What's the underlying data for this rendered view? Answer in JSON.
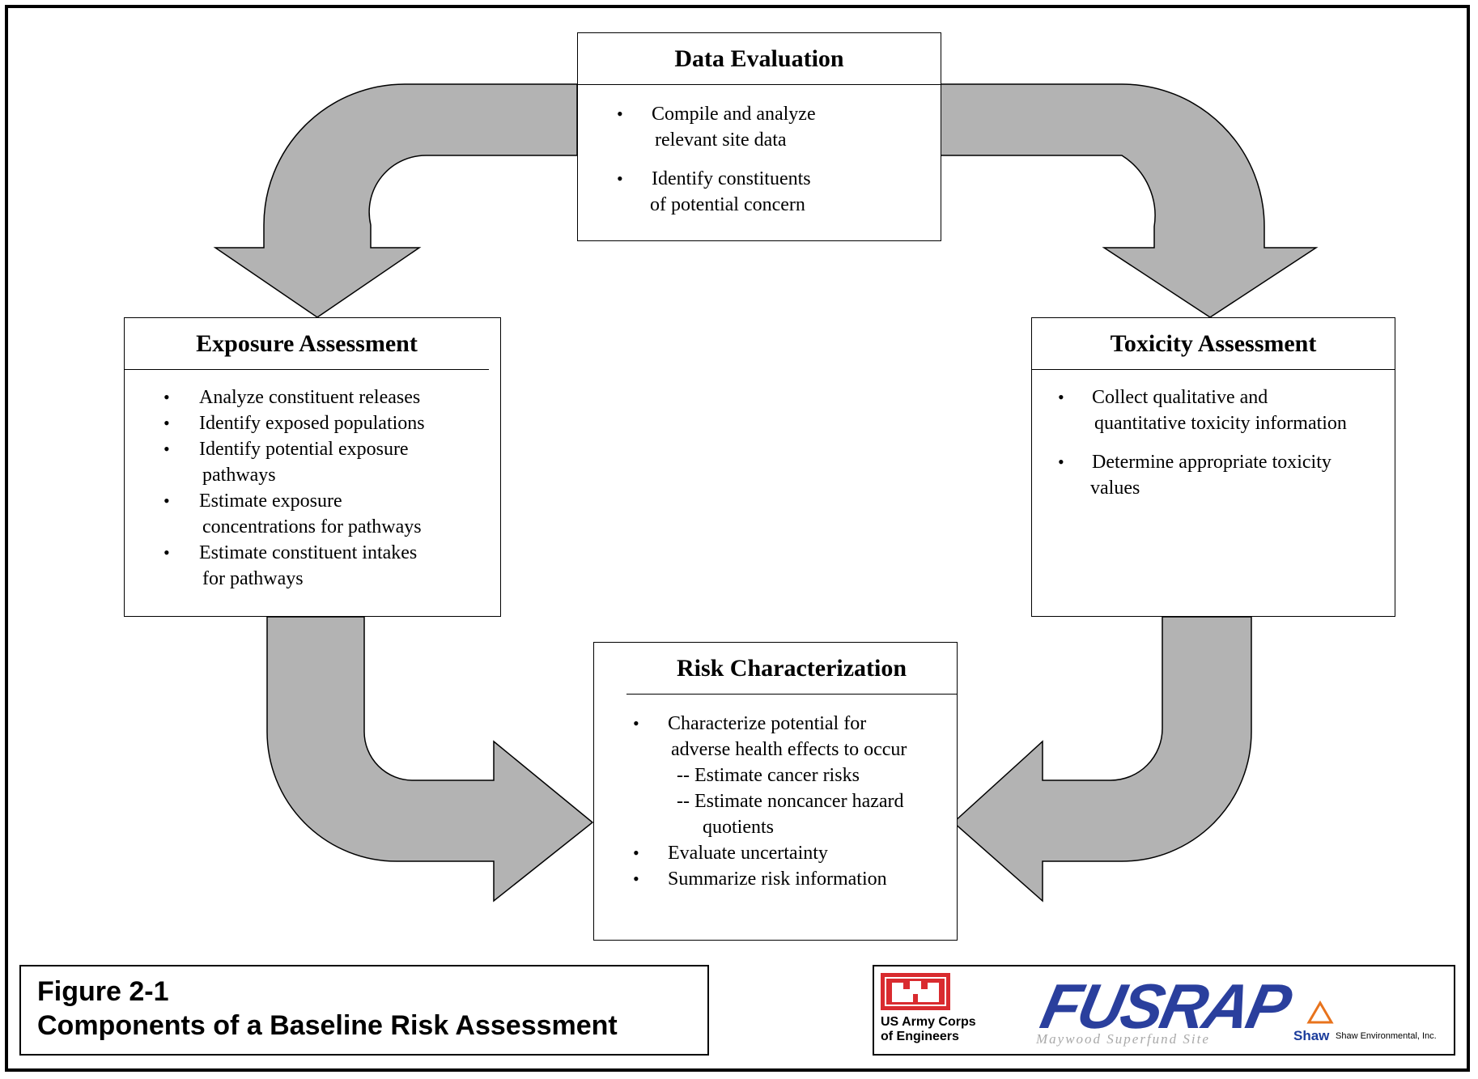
{
  "data_evaluation": {
    "title": "Data Evaluation",
    "bullet": "•",
    "lines": [
      "Compile and analyze",
      "relevant site data",
      "Identify constituents",
      "of potential concern"
    ]
  },
  "exposure_assessment": {
    "title": "Exposure Assessment",
    "bullet": "•",
    "lines": [
      "Analyze constituent releases",
      "Identify exposed populations",
      "Identify potential exposure",
      "pathways",
      "Estimate exposure",
      "concentrations for pathways",
      "Estimate constituent intakes",
      "for pathways"
    ]
  },
  "toxicity_assessment": {
    "title": "Toxicity Assessment",
    "bullet": "•",
    "lines": [
      "Collect qualitative and",
      "quantitative toxicity information",
      "Determine appropriate toxicity",
      "values"
    ]
  },
  "risk_characterization": {
    "title": "Risk Characterization",
    "bullet": "•",
    "lines": [
      "Characterize potential for",
      "adverse health effects to occur",
      "--  Estimate cancer risks",
      "--  Estimate noncancer hazard",
      "quotients",
      "Evaluate uncertainty",
      "Summarize risk information"
    ]
  },
  "caption": {
    "number": "Figure 2-1",
    "title": "Components of a Baseline Risk Assessment"
  },
  "logos": {
    "usace_line1": "US Army Corps",
    "usace_line2": "of Engineers",
    "fusrap": "FUSRAP",
    "maywood": "Maywood Superfund Site",
    "shaw": "Shaw",
    "shaw_env": "Shaw Environmental, Inc."
  },
  "colors": {
    "arrow_fill": "#b3b3b3",
    "usace_red": "#d92b2f",
    "fusrap_blue": "#2a3f9d",
    "shaw_orange": "#e8731c"
  }
}
